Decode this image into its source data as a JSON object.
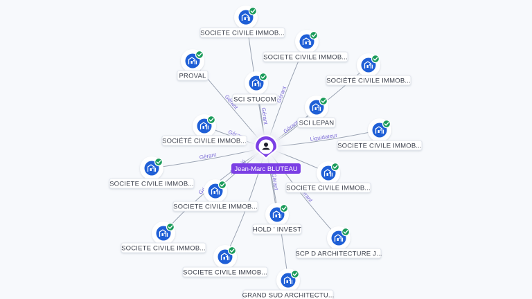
{
  "center": {
    "name": "Jean-Marc BLUTEAU",
    "icon": "person-icon"
  },
  "colors": {
    "node_blue": "#1f5fd6",
    "check_green": "#1a9b5a",
    "center_purple": "#7b3fe4",
    "edge": "#9aa3b2",
    "edge_label": "#7b6bd6"
  },
  "nodes": [
    {
      "id": "n1",
      "label": "SOCIETE CIVILE IMMOB...",
      "icon": "building-icon",
      "verified": true
    },
    {
      "id": "n2",
      "label": "SOCIETE CIVILE IMMOB...",
      "icon": "building-icon",
      "verified": true
    },
    {
      "id": "n3",
      "label": "PROVAL",
      "icon": "building-icon",
      "verified": true
    },
    {
      "id": "n4",
      "label": "SOCIÉTÉ CIVILE IMMOB...",
      "icon": "building-icon",
      "verified": true
    },
    {
      "id": "n5",
      "label": "SCI STUCOM",
      "icon": "building-icon",
      "verified": true
    },
    {
      "id": "n6",
      "label": "SCI LEPAN",
      "icon": "building-icon",
      "verified": true
    },
    {
      "id": "n7",
      "label": "SOCIÉTÉ CIVILE IMMOB...",
      "icon": "building-icon",
      "verified": true
    },
    {
      "id": "n8",
      "label": "SOCIETE CIVILE IMMOB...",
      "icon": "building-icon",
      "verified": true
    },
    {
      "id": "n9",
      "label": "SOCIETE CIVILE IMMOB...",
      "icon": "building-icon",
      "verified": true
    },
    {
      "id": "n10",
      "label": "SOCIETE CIVILE IMMOB...",
      "icon": "building-icon",
      "verified": true
    },
    {
      "id": "n11",
      "label": "SOCIETE CIVILE IMMOB...",
      "icon": "building-icon",
      "verified": true
    },
    {
      "id": "n12",
      "label": "HOLD ' INVEST",
      "icon": "building-icon",
      "verified": true
    },
    {
      "id": "n13",
      "label": "SOCIETE CIVILE IMMOB...",
      "icon": "building-icon",
      "verified": true
    },
    {
      "id": "n14",
      "label": "SCP D ARCHITECTURE J...",
      "icon": "building-icon",
      "verified": true
    },
    {
      "id": "n15",
      "label": "SOCIETE CIVILE IMMOB...",
      "icon": "building-icon",
      "verified": true
    },
    {
      "id": "n16",
      "label": "GRAND SUD ARCHITECTU...",
      "icon": "building-icon",
      "verified": true
    }
  ],
  "edges": [
    {
      "to": "n1",
      "label": ""
    },
    {
      "to": "n2",
      "label": "Gérant"
    },
    {
      "to": "n3",
      "label": "Gérant"
    },
    {
      "to": "n4",
      "label": ""
    },
    {
      "to": "n5",
      "label": "Gérant"
    },
    {
      "to": "n6",
      "label": "Gérant"
    },
    {
      "to": "n7",
      "label": "Gérant"
    },
    {
      "to": "n8",
      "label": "Liquidateur"
    },
    {
      "to": "n9",
      "label": "Gérant"
    },
    {
      "to": "n10",
      "label": ""
    },
    {
      "to": "n11",
      "label": "Associé"
    },
    {
      "to": "n12",
      "label": "Gérant"
    },
    {
      "to": "n13",
      "label": "Gérant"
    },
    {
      "to": "n14",
      "label": "Gérant"
    },
    {
      "to": "n15",
      "label": ""
    },
    {
      "to": "n16",
      "label": ""
    }
  ]
}
